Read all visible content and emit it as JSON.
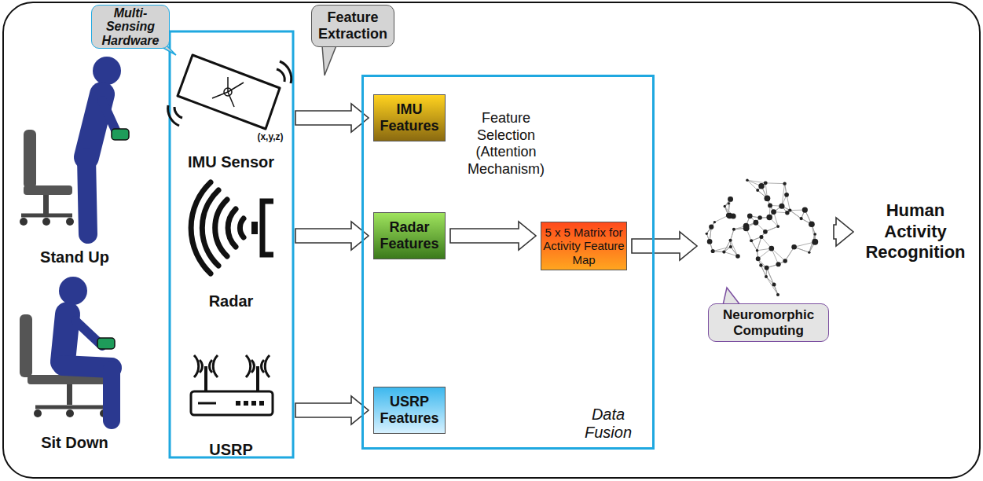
{
  "diagram": {
    "nodes": [
      {
        "text": [
          "Multi-Sensing Hardware"
        ]
      },
      {
        "text": [
          "Feature Extraction"
        ]
      },
      {
        "text": [
          "IMU Sensor"
        ]
      },
      {
        "text": [
          "Radar"
        ]
      },
      {
        "text": [
          "USRP"
        ]
      },
      {
        "text": [
          "Feature Selection (Attention Mechanism)",
          "Data Fusion"
        ]
      },
      {
        "text": [
          "IMU Features"
        ],
        "in": 5
      },
      {
        "text": [
          "Radar Features"
        ],
        "in": 5
      },
      {
        "text": [
          "USRP Features"
        ],
        "in": 5
      },
      {
        "text": [
          "5 x 5 Matrix for Activity Feature Map"
        ],
        "in": 5
      },
      {
        "text": [
          "Neuromorphic Computing"
        ]
      },
      {
        "text": [
          "Human Activity Recognition"
        ]
      }
    ],
    "edges": [
      {
        "from": 2,
        "to": 6,
        "arrow": "to"
      },
      {
        "from": 3,
        "to": 7,
        "arrow": "to"
      },
      {
        "from": 4,
        "to": 8,
        "arrow": "to"
      },
      {
        "from": 7,
        "to": 9,
        "arrow": "to"
      },
      {
        "from": 9,
        "to": 10,
        "arrow": "to"
      },
      {
        "from": 10,
        "to": 11,
        "arrow": "to"
      }
    ],
    "labels": [
      "Stand Up",
      "Sit Down",
      "(x,y,z)"
    ]
  }
}
